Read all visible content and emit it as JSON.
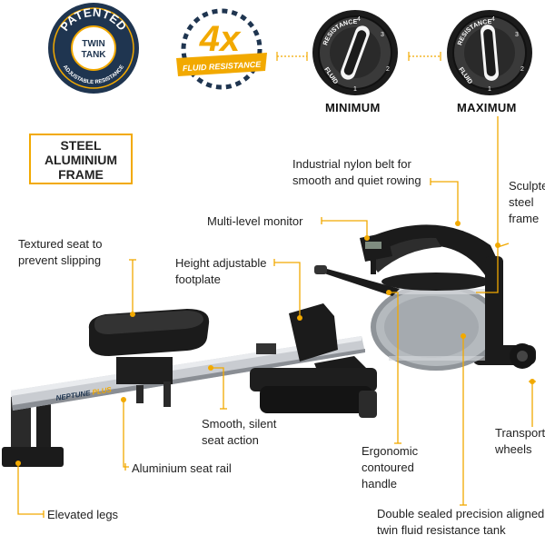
{
  "colors": {
    "accent": "#f2a900",
    "navy": "#1f3550",
    "dark": "#1b1b1b"
  },
  "badges": {
    "patented": {
      "top": "PATENTED",
      "center_line1": "TWIN",
      "center_line2": "TANK",
      "bottom": "ADJUSTABLE RESISTANCE"
    },
    "fluid": {
      "big": "4x",
      "ribbon": "FLUID RESISTANCE"
    },
    "frame": {
      "line1": "STEEL",
      "line2": "ALUMINIUM",
      "line3": "FRAME"
    }
  },
  "dials": {
    "minimum": {
      "label": "MINIMUM",
      "ring_top": "RESISTANCE",
      "ring_bottom": "FLUID",
      "numbers": [
        "4",
        "3",
        "2",
        "1"
      ]
    },
    "maximum": {
      "label": "MAXIMUM",
      "ring_top": "RESISTANCE",
      "ring_bottom": "FLUID",
      "numbers": [
        "4",
        "3",
        "2",
        "1"
      ]
    }
  },
  "brand": {
    "logo_text": "NEPTUNE",
    "logo_suffix": "PLUS"
  },
  "callouts": {
    "belt": "Industrial nylon belt for smooth and quiet rowing",
    "sculpted": "Sculpted steel frame",
    "monitor": "Multi-level monitor",
    "seat": "Textured seat to prevent slipping",
    "footplate": "Height adjustable footplate",
    "seat_action": "Smooth, silent seat action",
    "rail": "Aluminium seat rail",
    "handle": "Ergonomic contoured handle",
    "wheels": "Transport wheels",
    "legs": "Elevated legs",
    "tank": "Double sealed precision aligned twin fluid resistance  tank"
  }
}
